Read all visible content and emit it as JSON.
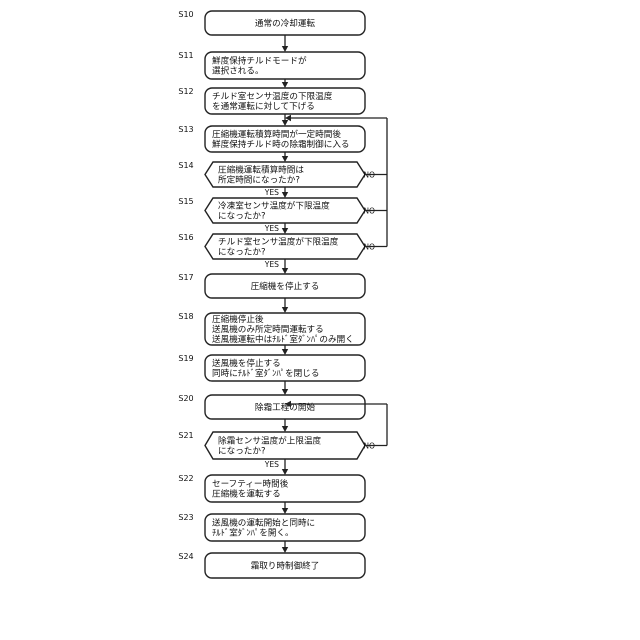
{
  "steps": [
    {
      "id": "S10",
      "shape": "rounded",
      "lines": [
        "通常の冷却運転"
      ]
    },
    {
      "id": "S11",
      "shape": "rounded",
      "lines": [
        "鮮度保持チルドモードが",
        "選択される。"
      ]
    },
    {
      "id": "S12",
      "shape": "rounded",
      "lines": [
        "チルド室センサ温度の下限温度",
        "を通常運転に対して下げる"
      ]
    },
    {
      "id": "S13",
      "shape": "rounded",
      "lines": [
        "圧縮機運転積算時間が一定時間後",
        "鮮度保持チルド時の除霜制御に入る"
      ]
    },
    {
      "id": "S14",
      "shape": "decision",
      "lines": [
        "圧縮機運転積算時間は",
        "所定時間になったか?"
      ],
      "yes": "YES",
      "no": "NO"
    },
    {
      "id": "S15",
      "shape": "decision",
      "lines": [
        "冷凍室センサ温度が下限温度",
        "になったか?"
      ],
      "yes": "YES",
      "no": "NO"
    },
    {
      "id": "S16",
      "shape": "decision",
      "lines": [
        "チルド室センサ温度が下限温度",
        "になったか?"
      ],
      "yes": "YES",
      "no": "NO"
    },
    {
      "id": "S17",
      "shape": "rounded",
      "lines": [
        "圧縮機を停止する"
      ]
    },
    {
      "id": "S18",
      "shape": "rounded",
      "lines": [
        "圧縮機停止後",
        "送風機のみ所定時間運転する",
        "送風機運転中はﾁﾙﾄﾞ室ﾀﾞﾝﾊﾟのみ開く"
      ]
    },
    {
      "id": "S19",
      "shape": "rounded",
      "lines": [
        "送風機を停止する",
        "同時にﾁﾙﾄﾞ室ﾀﾞﾝﾊﾟを閉じる"
      ]
    },
    {
      "id": "S20",
      "shape": "rounded",
      "lines": [
        "除霜工程の開始"
      ]
    },
    {
      "id": "S21",
      "shape": "decision",
      "lines": [
        "除霜センサ温度が上限温度",
        "になったか?"
      ],
      "yes": "YES",
      "no": "NO"
    },
    {
      "id": "S22",
      "shape": "rounded",
      "lines": [
        "セーフティー時間後",
        "圧縮機を運転する"
      ]
    },
    {
      "id": "S23",
      "shape": "rounded",
      "lines": [
        "送風機の運転開始と同時に",
        "ﾁﾙﾄﾞ室ﾀﾞﾝﾊﾟを開く。"
      ]
    },
    {
      "id": "S24",
      "shape": "rounded",
      "lines": [
        "霜取り時制御終了"
      ]
    }
  ]
}
